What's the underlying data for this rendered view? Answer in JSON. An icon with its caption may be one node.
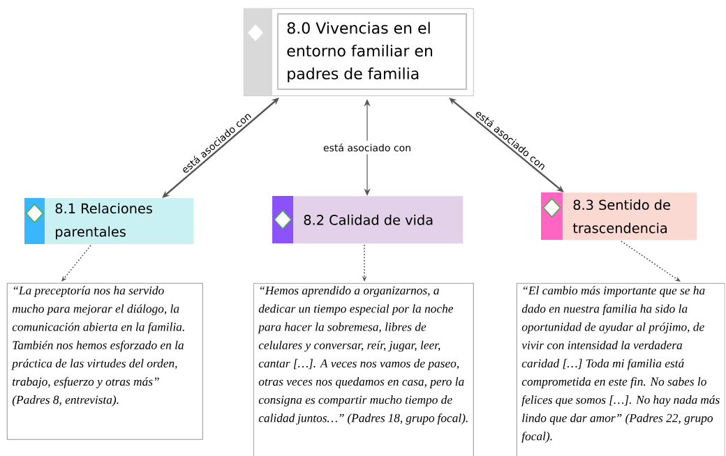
{
  "diagram": {
    "nodes": [
      {
        "text": [
          "8.0 Vivencias en el entorno familiar en padres de familia"
        ]
      },
      {
        "text": [
          "8.1 Relaciones parentales"
        ]
      },
      {
        "text": [
          "8.2 Calidad de vida"
        ]
      },
      {
        "text": [
          "8.3 Sentido de trascendencia"
        ]
      },
      {
        "text": [
          "“La preceptoría nos ha servido mucho para mejorar el diálogo, la comunicación abierta en la familia. También nos hemos esforzado en la práctica de las virtudes del orden, trabajo, esfuerzo y otras más” (Padres 8, entrevista)."
        ]
      },
      {
        "text": [
          "“Hemos aprendido a organizarnos, a dedicar un tiempo especial por la noche para hacer la sobremesa, libres de celulares y conversar, reír, jugar, leer, cantar […]. A veces nos vamos de paseo, otras veces nos quedamos en casa, pero la consigna es compartir mucho tiempo de calidad juntos…” (Padres 18, grupo focal)."
        ]
      },
      {
        "text": [
          "“El cambio más importante que se ha dado en nuestra familia ha sido la oportunidad de ayudar al prójimo, de vivir con intensidad la verdadera caridad […] Toda mi familia está comprometida en este fin. No sabes lo felices que somos […]. No hay nada más lindo que dar amor” (Padres 22, grupo focal)."
        ]
      }
    ],
    "edges": [
      {
        "from": 0,
        "to": 1,
        "arrow": "both",
        "label": "está asociado con"
      },
      {
        "from": 0,
        "to": 2,
        "arrow": "both",
        "label": "está asociado con"
      },
      {
        "from": 0,
        "to": 3,
        "arrow": "both",
        "label": "está asociado con"
      },
      {
        "from": 1,
        "to": 4,
        "arrow": "to",
        "style": "dashed"
      },
      {
        "from": 2,
        "to": 5,
        "arrow": "to",
        "style": "dashed"
      },
      {
        "from": 3,
        "to": 6,
        "arrow": "to",
        "style": "dashed"
      }
    ]
  }
}
